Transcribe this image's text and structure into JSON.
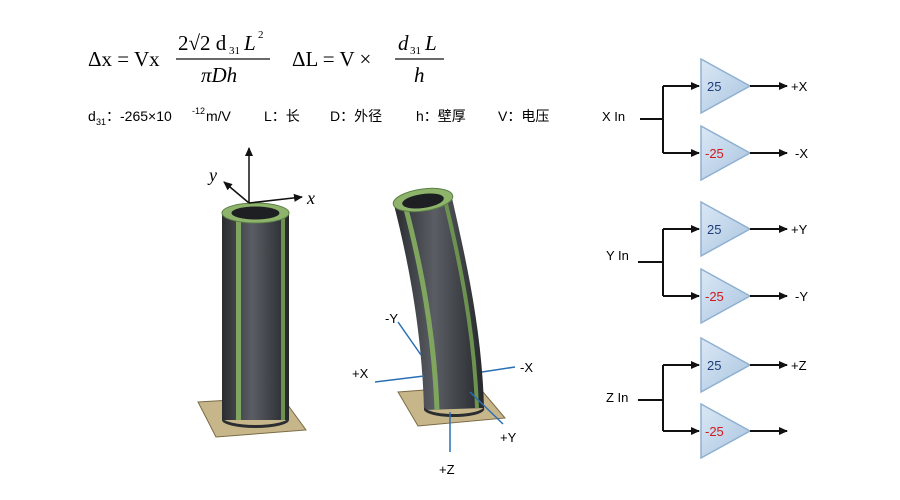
{
  "formula": {
    "delta_x": "Δx = Vx",
    "delta_x_numerator": "2√2 d",
    "sub31_a": "31",
    "delta_x_L": "L",
    "sup2": "2",
    "delta_x_denominator": "πDh",
    "delta_L": "ΔL = V ×",
    "delta_L_numerator": "d",
    "sub31_b": "31",
    "delta_L_L": "L",
    "delta_L_denominator": "h"
  },
  "legend": {
    "d31_symbol": "d",
    "d31_sub": "31",
    "d31_value": "：-265×10",
    "d31_exp": "-12",
    "d31_unit": "m/V",
    "L": "L：长",
    "D": "D：外径",
    "h": "h：壁厚",
    "V": "V：电压"
  },
  "axes": {
    "x": "x",
    "y": "y"
  },
  "electrodes": {
    "neg_y": "-Y",
    "pos_x": "+X",
    "neg_x": "-X",
    "pos_y": "+Y",
    "pos_z": "+Z"
  },
  "amplifiers": [
    {
      "input": "X In",
      "top": {
        "gain": "25",
        "output": "+X"
      },
      "bottom": {
        "gain": "-25",
        "output": "-X"
      }
    },
    {
      "input": "Y In",
      "top": {
        "gain": "25",
        "output": "+Y"
      },
      "bottom": {
        "gain": "-25",
        "output": "-Y"
      }
    },
    {
      "input": "Z In",
      "top": {
        "gain": "25",
        "output": "+Z"
      },
      "bottom": {
        "gain": "-25",
        "output": ""
      }
    }
  ],
  "colors": {
    "positive_gain": "#1f3f7a",
    "negative_gain": "#d2191e",
    "triangle_fill": "#bcd4ea",
    "triangle_stroke": "#8fb0d0",
    "tube_body": "#4a4d52",
    "tube_electrode": "#7fa55f",
    "base_plate": "#c9b88d",
    "electrode_line": "#2a6fb5"
  }
}
